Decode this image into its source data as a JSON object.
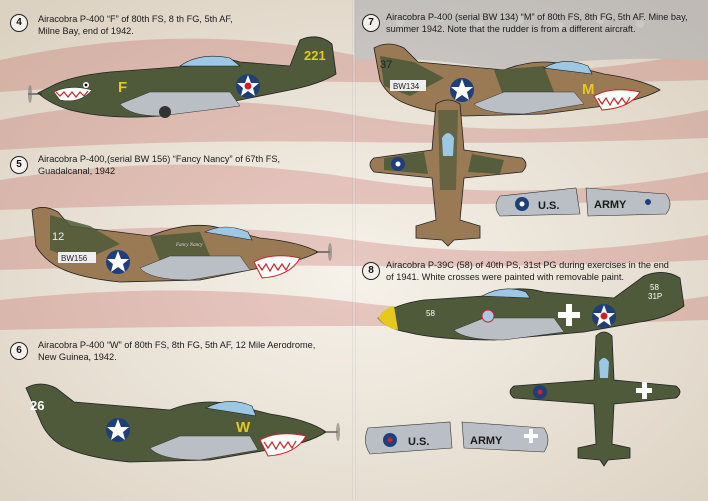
{
  "profiles": [
    {
      "number": "4",
      "caption_line1": "Airacobra P-400 “F” of 80th FS, 8 th FG, 5th  AF,",
      "caption_line2": "Milne Bay, end of 1942.",
      "markings": [
        "F",
        "221"
      ]
    },
    {
      "number": "5",
      "caption_line1": "Airacobra P-400,(serial BW 156) “Fancy Nancy” of 67th FS,",
      "caption_line2": "Guadalcanal, 1942",
      "markings": [
        "12",
        "BW156",
        "Fancy Nancy"
      ]
    },
    {
      "number": "6",
      "caption_line1": "Airacobra P-400  “W”  of 80th FS, 8th FG, 5th AF, 12 Mile Aerodrome,",
      "caption_line2": "New Guinea, 1942.",
      "markings": [
        "26",
        "W"
      ]
    },
    {
      "number": "7",
      "caption_line1": "Airacobra P-400 (serial BW 134) “M” of 80th FS, 8th FG, 5th AF. Mine bay,",
      "caption_line2": "summer 1942. Note that the rudder is from a different aircraft.",
      "markings": [
        "37",
        "BW134",
        "M"
      ],
      "wing_markings": [
        "U.S.",
        "ARMY"
      ]
    },
    {
      "number": "8",
      "caption_line1": "Airacobra P-39C (58) of 40th PS, 31st PG during exercises in the end",
      "caption_line2": "of 1941. White crosses were painted with removable paint.",
      "markings": [
        "58",
        "58",
        "31P"
      ],
      "wing_markings": [
        "U.S.",
        "ARMY"
      ]
    }
  ],
  "colors": {
    "olive": "#4e5a3a",
    "olive_dark": "#3d4830",
    "brown": "#9a7a55",
    "underside": "#b9bfc4",
    "roundel_blue": "#1f3f7a",
    "yellow": "#e6c81e",
    "background": "#ece6dc"
  }
}
